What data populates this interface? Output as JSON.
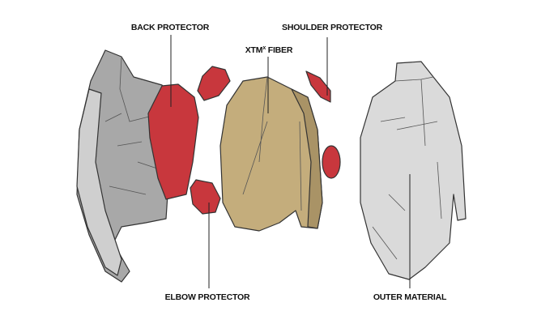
{
  "labels": {
    "back_protector": "BACK PROTECTOR",
    "shoulder_protector": "SHOULDER PROTECTOR",
    "xtm_fiber": "XTM",
    "xtm_fiber_sup": "x",
    "xtm_fiber_suffix": " FIBER",
    "elbow_protector": "ELBOW PROTECTOR",
    "outer_material": "OUTER MATERIAL"
  },
  "colors": {
    "protector": "#c8373d",
    "fiber": "#c4ad7c",
    "inner_shell": "#a6a6a6",
    "outer_shell": "#d8d8d8"
  }
}
